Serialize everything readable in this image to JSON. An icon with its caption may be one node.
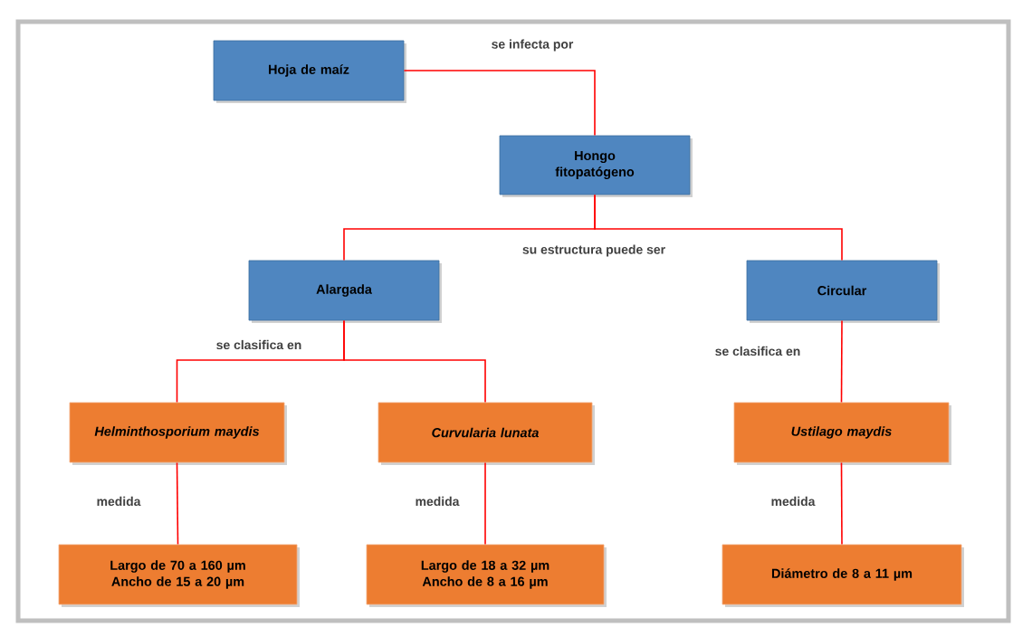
{
  "diagram": {
    "nodes": [
      {
        "text": [
          "Hoja de maíz"
        ]
      },
      {
        "text": [
          "Hongo fitopatógeno"
        ]
      },
      {
        "text": [
          "Alargada"
        ]
      },
      {
        "text": [
          "Circular"
        ]
      },
      {
        "text": [
          "Helminthosporium maydis"
        ]
      },
      {
        "text": [
          "Curvularia lunata"
        ]
      },
      {
        "text": [
          "Ustilago maydis"
        ]
      },
      {
        "text": [
          "Largo de 70 a 160 µm",
          "Ancho de 15 a 20 µm"
        ]
      },
      {
        "text": [
          "Largo de 18 a 32 µm",
          "Ancho de 8 a 16 µm"
        ]
      },
      {
        "text": [
          "Diámetro de 8 a 11 µm"
        ]
      }
    ],
    "edges": [
      {
        "from": 0,
        "to": 1,
        "arrow": "none",
        "label": "se infecta por"
      },
      {
        "from": 1,
        "to": 2,
        "arrow": "none",
        "label": "su estructura puede ser"
      },
      {
        "from": 1,
        "to": 3,
        "arrow": "none"
      },
      {
        "from": 2,
        "to": 4,
        "arrow": "none",
        "label": "se clasifica en"
      },
      {
        "from": 2,
        "to": 5,
        "arrow": "none"
      },
      {
        "from": 3,
        "to": 6,
        "arrow": "none",
        "label": "se clasifica en"
      },
      {
        "from": 4,
        "to": 7,
        "arrow": "none",
        "label": "medida"
      },
      {
        "from": 5,
        "to": 8,
        "arrow": "none",
        "label": "medida"
      },
      {
        "from": 6,
        "to": 9,
        "arrow": "none",
        "label": "medida"
      }
    ]
  }
}
